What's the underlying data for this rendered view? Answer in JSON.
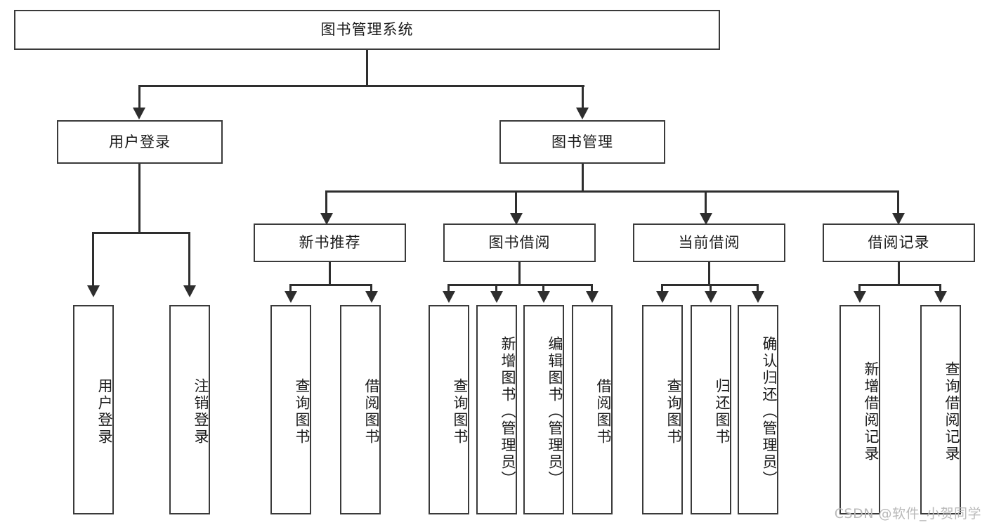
{
  "diagram": {
    "type": "tree-hierarchy",
    "title": "图书管理系统",
    "watermark": "CSDN @软件_小贺同学",
    "colors": {
      "box_border": "#3a3a3a",
      "connector": "#2e2e2e",
      "background": "#ffffff",
      "text": "#1a1a1a",
      "watermark": "#b9b9b9"
    },
    "nodes": {
      "root": {
        "label": "图书管理系统"
      },
      "level2": [
        {
          "id": "user-login",
          "label": "用户登录"
        },
        {
          "id": "book-manage",
          "label": "图书管理"
        }
      ],
      "level3": [
        {
          "id": "new-book-recommend",
          "label": "新书推荐"
        },
        {
          "id": "book-borrow",
          "label": "图书借阅"
        },
        {
          "id": "current-borrow",
          "label": "当前借阅"
        },
        {
          "id": "borrow-record",
          "label": "借阅记录"
        }
      ],
      "leaves": [
        {
          "id": "leaf-user-login",
          "parent": "user-login",
          "label": "用户登录"
        },
        {
          "id": "leaf-logout",
          "parent": "user-login",
          "label": "注销登录"
        },
        {
          "id": "leaf-query-book-1",
          "parent": "new-book-recommend",
          "label": "查询图书"
        },
        {
          "id": "leaf-borrow-book-1",
          "parent": "new-book-recommend",
          "label": "借阅图书"
        },
        {
          "id": "leaf-query-book-2",
          "parent": "book-borrow",
          "label": "查询图书"
        },
        {
          "id": "leaf-add-book",
          "parent": "book-borrow",
          "label": "新增图书（管理员）"
        },
        {
          "id": "leaf-edit-book",
          "parent": "book-borrow",
          "label": "编辑图书（管理员）"
        },
        {
          "id": "leaf-borrow-book-2",
          "parent": "book-borrow",
          "label": "借阅图书"
        },
        {
          "id": "leaf-query-book-3",
          "parent": "current-borrow",
          "label": "查询图书"
        },
        {
          "id": "leaf-return-book",
          "parent": "current-borrow",
          "label": "归还图书"
        },
        {
          "id": "leaf-confirm-return",
          "parent": "current-borrow",
          "label": "确认归还（管理员）"
        },
        {
          "id": "leaf-add-record",
          "parent": "borrow-record",
          "label": "新增借阅记录"
        },
        {
          "id": "leaf-query-record",
          "parent": "borrow-record",
          "label": "查询借阅记录"
        }
      ]
    }
  }
}
